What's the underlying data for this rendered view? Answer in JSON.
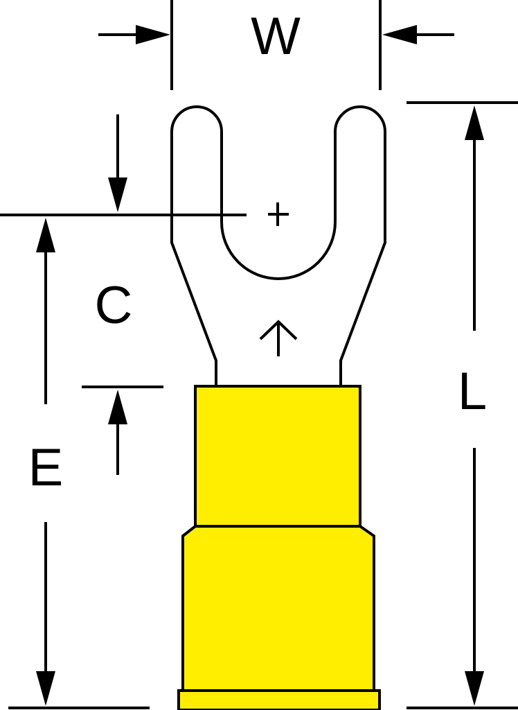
{
  "diagram": {
    "subject": "Insulated spade (fork) terminal dimension drawing",
    "labels": {
      "width": "W",
      "center_to_end": "C",
      "barrel_offset": "E",
      "length": "L"
    },
    "markers": {
      "stud_center": "+",
      "direction_arrow": "↑"
    },
    "colors": {
      "insulation": "#ffee00",
      "line": "#000000",
      "background": "#ffffff"
    }
  }
}
